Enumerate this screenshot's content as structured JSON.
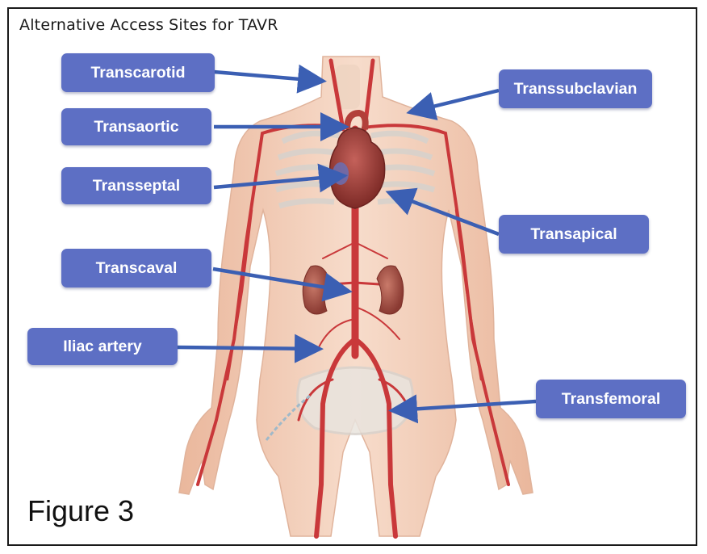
{
  "title": "Alternative Access Sites for TAVR",
  "figure_label": "Figure 3",
  "callouts": {
    "transcarotid": "Transcarotid",
    "transaortic": "Transaortic",
    "transseptal": "Transseptal",
    "transcaval": "Transcaval",
    "iliac": "Iliac artery",
    "transsubclavian": "Transsubclavian",
    "transapical": "Transapical",
    "transfemoral": "Transfemoral"
  },
  "colors": {
    "callout_fill": "#5d6fc4",
    "arrow": "#3b5fb3",
    "skin": "#f2c9b0",
    "artery": "#c9383a"
  },
  "icons": [
    "human-body-illustration",
    "heart-icon",
    "kidney-icon"
  ]
}
